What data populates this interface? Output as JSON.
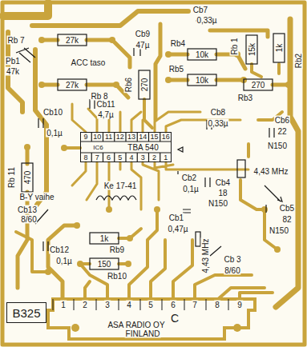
{
  "diagram": {
    "nodes": [
      {
        "text": [
          "IC6",
          "TBA 540"
        ]
      },
      {
        "text": [
          "B325"
        ]
      }
    ],
    "labels": [
      "Rb 7",
      "27k",
      "Pb1",
      "47k",
      "ACC taso",
      "27k",
      "Rb 8",
      "Cb9",
      "47µ",
      "Cb7",
      "0,33µ",
      "Rb4",
      "10k",
      "Rb 1",
      "15k",
      "1k",
      "Rb2",
      "Rb5",
      "10k",
      "270",
      "Rb3",
      "Rb6",
      "270",
      "Cb11",
      "4,7µ",
      "Cb8",
      "0,33µ",
      "Cb6",
      "22",
      "N150",
      "Cb10",
      "0,1µ",
      "Rb 11",
      "470",
      "9",
      "10",
      "11",
      "12",
      "13",
      "14",
      "15",
      "16",
      "8",
      "7",
      "6",
      "5",
      "4",
      "3",
      "2",
      "1",
      "Ke 17-41",
      "B-Y vaihe",
      "Cb13",
      "8/60",
      "Cb2",
      "0,1µ",
      "Cb4",
      "18",
      "N150",
      "4,43 MHz",
      "Cb5",
      "82",
      "N150",
      "Cb1",
      "0,47µ",
      "4,43 MHz",
      "Cb 3",
      "8/60",
      "Cb12",
      "0,1µ",
      "1k",
      "Rb9",
      "150",
      "Rb10",
      "1",
      "2",
      "3",
      "4",
      "5",
      "6",
      "7",
      "8",
      "9",
      "C",
      "ASA RADIO OY",
      "FINLAND"
    ]
  }
}
